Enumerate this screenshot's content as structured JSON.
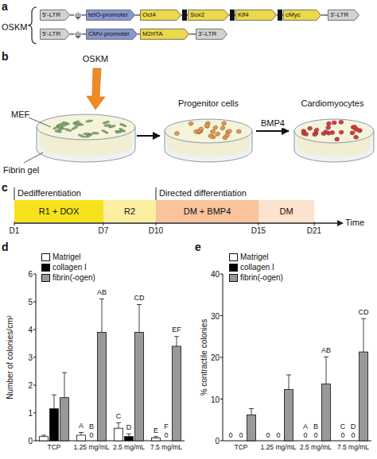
{
  "diagram": {
    "nodes": [
      {
        "text": [
          "5'-LTR"
        ]
      },
      {
        "text": [
          "tetO-promoter"
        ]
      },
      {
        "text": [
          "Oct4"
        ]
      },
      {
        "text": [
          "Sox2"
        ]
      },
      {
        "text": [
          "Klf4"
        ]
      },
      {
        "text": [
          "cMyc"
        ]
      },
      {
        "text": [
          "3'-LTR"
        ]
      },
      {
        "text": [
          "5'-LTR"
        ]
      },
      {
        "text": [
          "CMV-promoter"
        ]
      },
      {
        "text": [
          "M2rtTA"
        ]
      },
      {
        "text": [
          "3'-LTR"
        ]
      },
      {
        "text": [
          "MEF",
          "Fibrin gel"
        ]
      },
      {
        "text": [
          "Progenitor cells"
        ]
      },
      {
        "text": [
          "Cardiomyocytes"
        ]
      },
      {
        "text": [
          "R1 + DOX"
        ]
      },
      {
        "text": [
          "R2"
        ]
      },
      {
        "text": [
          "DM + BMP4"
        ]
      },
      {
        "text": [
          "DM"
        ]
      }
    ],
    "edges": [
      {
        "from": 0,
        "to": 1,
        "label": "ψ",
        "arrow": "none"
      },
      {
        "from": 1,
        "to": 2,
        "arrow": "none"
      },
      {
        "from": 2,
        "to": 3,
        "arrow": "none"
      },
      {
        "from": 3,
        "to": 4,
        "arrow": "none"
      },
      {
        "from": 4,
        "to": 5,
        "arrow": "none"
      },
      {
        "from": 5,
        "to": 6,
        "arrow": "none"
      },
      {
        "from": 7,
        "to": 8,
        "label": "ψ",
        "arrow": "none"
      },
      {
        "from": 8,
        "to": 9,
        "arrow": "none"
      },
      {
        "from": 9,
        "to": 10,
        "arrow": "none"
      },
      {
        "from": 11,
        "to": 12,
        "arrow": "to"
      },
      {
        "from": 12,
        "to": 13,
        "label": "BMP4",
        "arrow": "to"
      }
    ],
    "labels": [
      "a",
      "OSKM",
      "b",
      "OSKM",
      "c",
      "Dedifferentiation",
      "Directed differentiation",
      "D1",
      "D7",
      "D10",
      "D15",
      "D21",
      "Time",
      "d",
      "0",
      "1",
      "2",
      "3",
      "4",
      "5",
      "6",
      "Number of colonies/cm²",
      "TCP",
      "1.25 mg/mL",
      "2.5 mg/mL",
      "7.5 mg/mL",
      "A",
      "B",
      "0",
      "AB",
      "C",
      "D",
      "CD",
      "E",
      "F",
      "0",
      "EF",
      "e",
      "0",
      "10",
      "20",
      "30",
      "40",
      "% contractile colonies",
      "TCP",
      "1.25 mg/mL",
      "2.5 mg/mL",
      "7.5 mg/mL",
      "0",
      "0",
      "0",
      "0",
      "A",
      "B",
      "0",
      "0",
      "AB",
      "C",
      "D",
      "0",
      "0",
      "CD"
    ],
    "legend": [
      {
        "text": "Matrigel",
        "color": "#ffffff"
      },
      {
        "text": "collagen I",
        "color": "#000000"
      },
      {
        "text": "fibrin(-ogen)",
        "color": "#999999"
      },
      {
        "text": "Matrigel",
        "color": "#ffffff"
      },
      {
        "text": "collagen I",
        "color": "#000000"
      },
      {
        "text": "fibrin(-ogen)",
        "color": "#999999"
      }
    ]
  }
}
